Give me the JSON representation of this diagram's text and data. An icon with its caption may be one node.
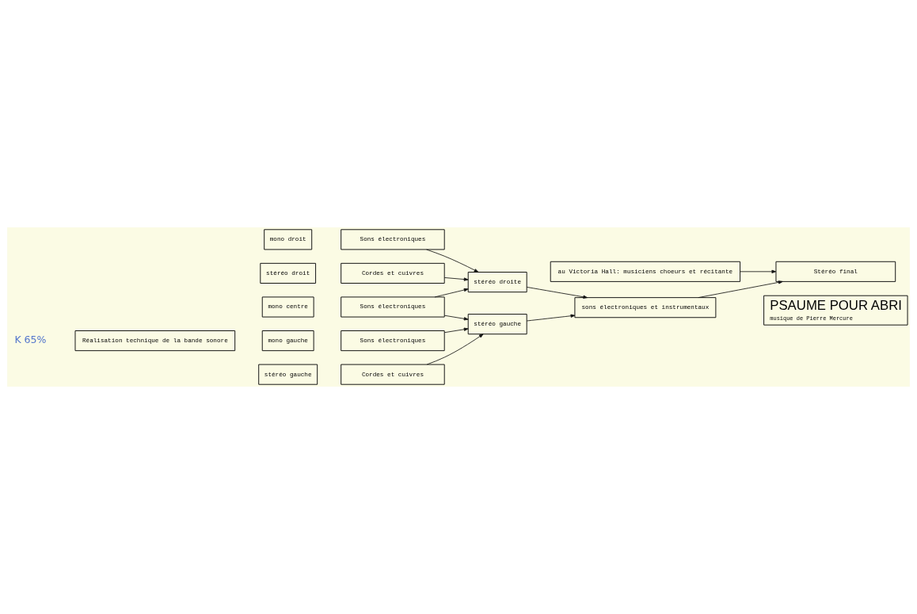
{
  "diagram": {
    "nodes": [
      {
        "text": [
          "Réalisation technique de la bande sonore"
        ]
      },
      {
        "text": [
          "PSAUME POUR ABRI",
          "musique de Pierre Mercure"
        ]
      },
      {
        "text": [
          "mono gauche"
        ]
      },
      {
        "text": [
          "Sons électroniques"
        ]
      },
      {
        "text": [
          "stéréo gauche"
        ]
      },
      {
        "text": [
          "Cordes et cuivres"
        ]
      },
      {
        "text": [
          "mono centre"
        ]
      },
      {
        "text": [
          "Sons électroniques"
        ]
      },
      {
        "text": [
          "stéréo droit"
        ]
      },
      {
        "text": [
          "Cordes et cuivres"
        ]
      },
      {
        "text": [
          "mono droit"
        ]
      },
      {
        "text": [
          "Sons électroniques"
        ]
      },
      {
        "text": [
          "stéréo gauche"
        ]
      },
      {
        "text": [
          "stéréo droite"
        ]
      },
      {
        "text": [
          "sons électroniques et instrumentaux"
        ]
      },
      {
        "text": [
          "au Victoria Hall: musiciens choeurs et récitante"
        ]
      },
      {
        "text": [
          "Stéréo final"
        ]
      }
    ],
    "edges": [
      {
        "from": 3,
        "to": 12,
        "arrow": "to"
      },
      {
        "from": 5,
        "to": 12,
        "arrow": "to"
      },
      {
        "from": 7,
        "to": 12,
        "arrow": "to"
      },
      {
        "from": 7,
        "to": 13,
        "arrow": "to"
      },
      {
        "from": 9,
        "to": 13,
        "arrow": "to"
      },
      {
        "from": 11,
        "to": 13,
        "arrow": "to"
      },
      {
        "from": 12,
        "to": 14,
        "arrow": "to"
      },
      {
        "from": 13,
        "to": 14,
        "arrow": "to"
      },
      {
        "from": 14,
        "to": 16,
        "arrow": "to"
      },
      {
        "from": 15,
        "to": 16,
        "arrow": "to"
      }
    ],
    "labels": [
      "K 65%"
    ]
  }
}
